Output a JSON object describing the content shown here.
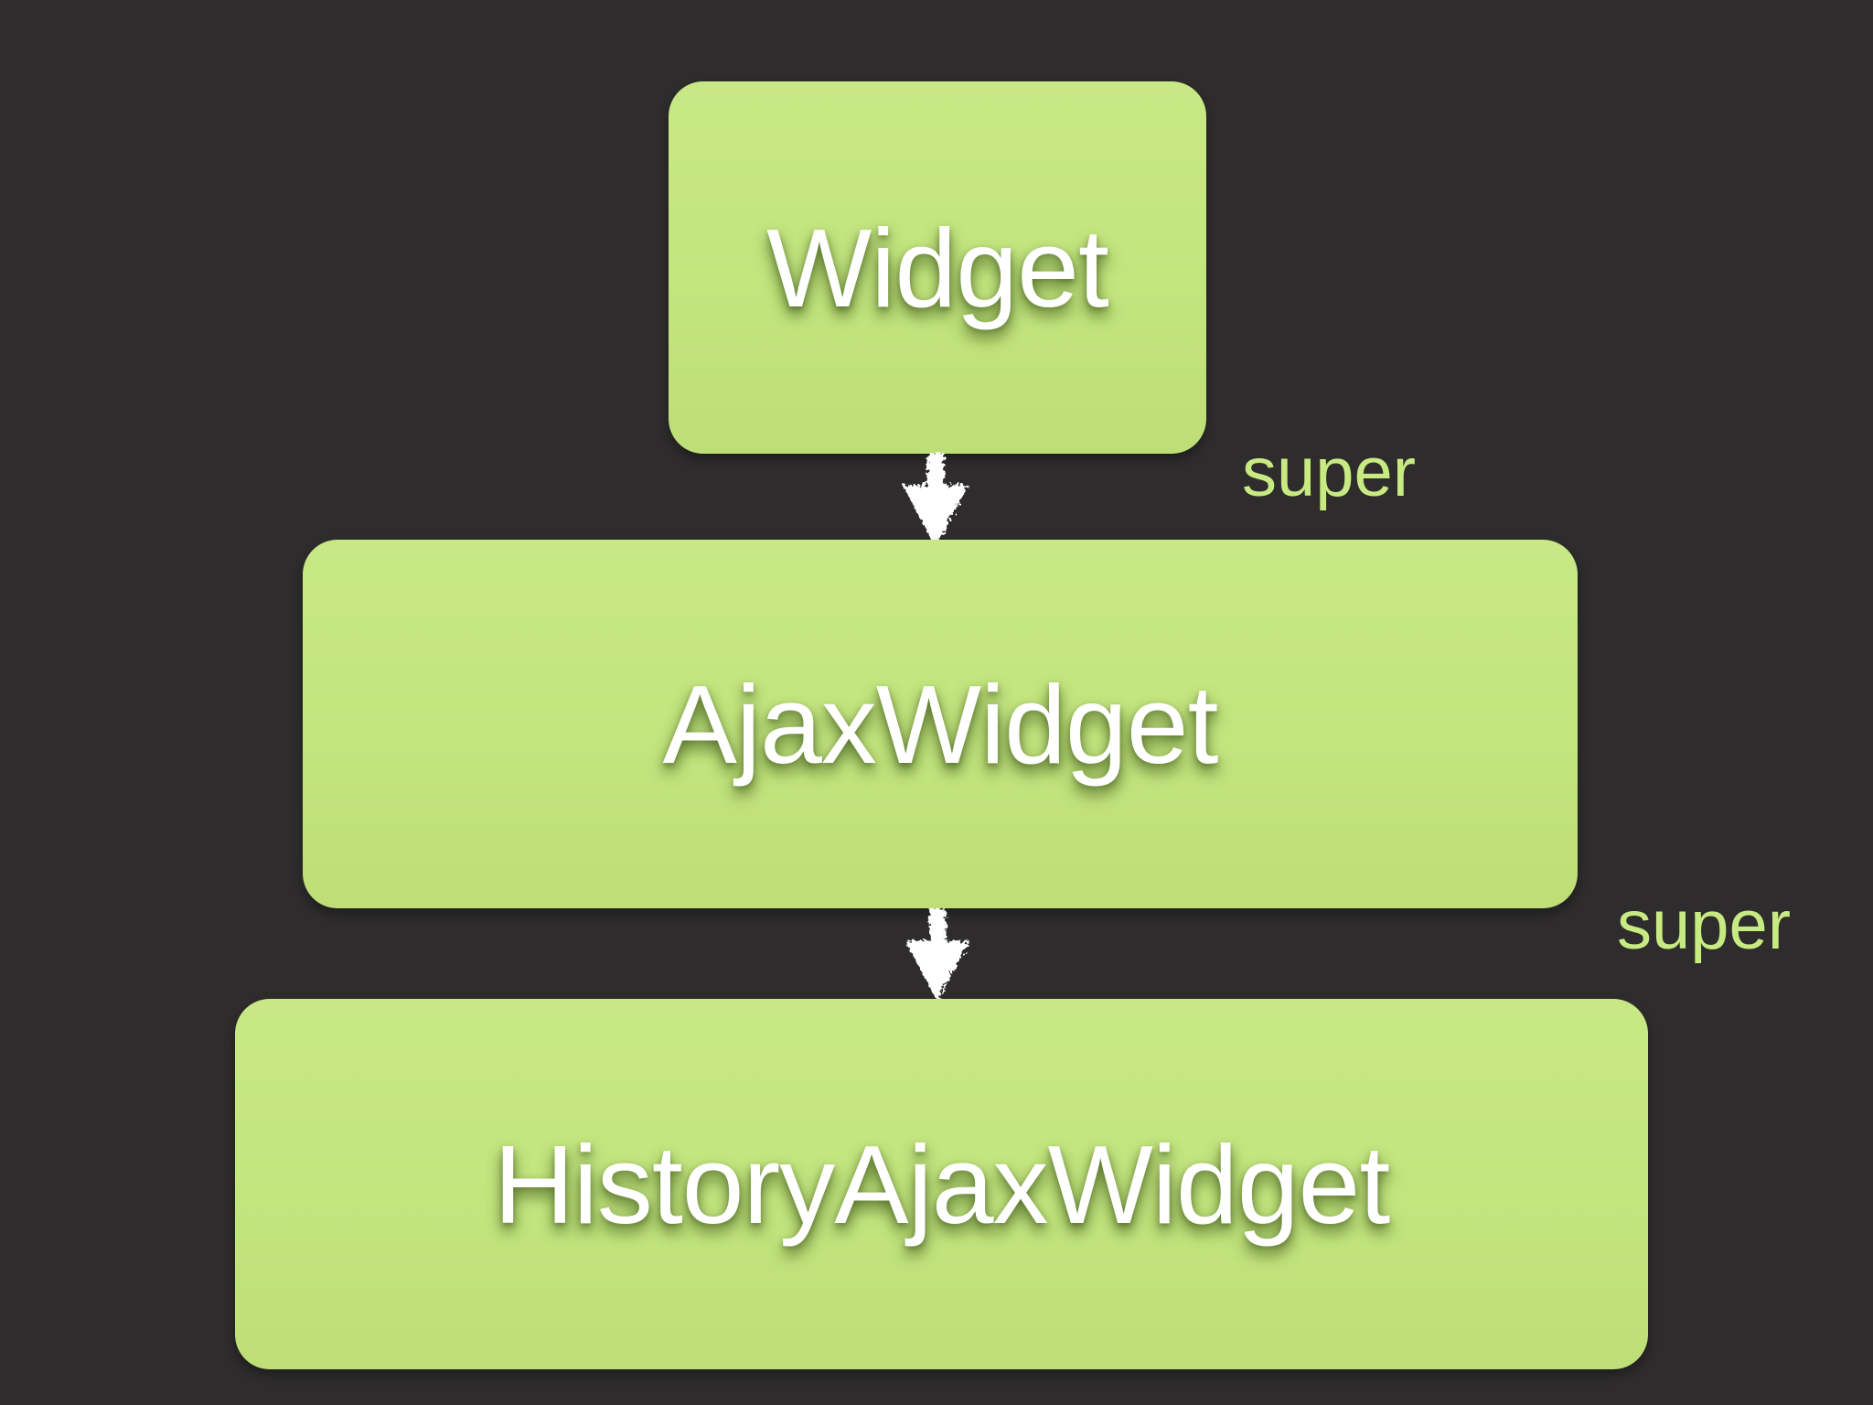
{
  "colors": {
    "background": "#2e2c2c",
    "box-fill": "#c3e57e",
    "box-fill-light": "#c7e884",
    "node-text": "#ffffff",
    "super-label": "#c8ea82",
    "arrow": "#ffffff"
  },
  "icons": {
    "edge_arrow": "arrow-down-icon"
  },
  "diagram": {
    "type": "class-inheritance-diagram",
    "nodes": [
      {
        "id": "widget",
        "label": "Widget"
      },
      {
        "id": "ajax-widget",
        "label": "AjaxWidget"
      },
      {
        "id": "history-ajax-widget",
        "label": "HistoryAjaxWidget"
      }
    ],
    "edges": [
      {
        "from": "Widget",
        "to": "AjaxWidget",
        "label": "super"
      },
      {
        "from": "AjaxWidget",
        "to": "HistoryAjaxWidget",
        "label": "super"
      }
    ]
  }
}
